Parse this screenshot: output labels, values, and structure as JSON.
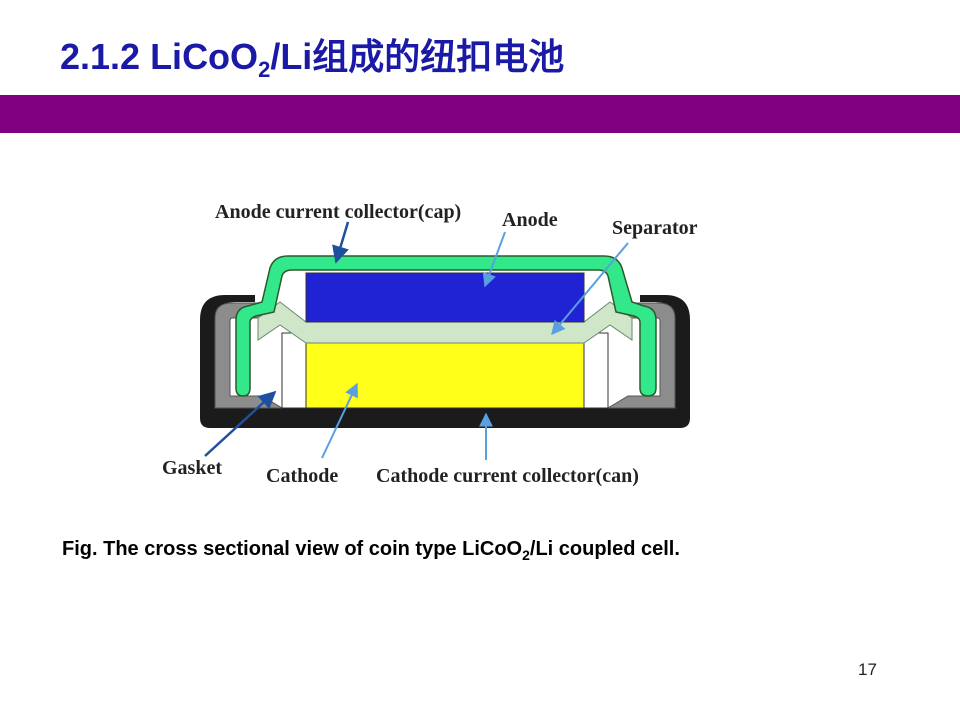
{
  "slide": {
    "title": {
      "main": "2.1.2  LiCoO",
      "sub": "2",
      "rest": "/Li组成的纽扣电池"
    },
    "page_number": "17"
  },
  "diagram": {
    "labels": {
      "anode_collector": "Anode current collector(cap)",
      "anode": "Anode",
      "separator": "Separator",
      "gasket": "Gasket",
      "cathode": "Cathode",
      "cathode_collector": "Cathode current collector(can)"
    },
    "colors": {
      "can": "#1b1b1b",
      "gasket": "#8c8c8c",
      "cap": "#33e88a",
      "anode": "#1f23d4",
      "separator": "#cfe6c9",
      "cathode": "#ffff1a",
      "arrow": "#5a9fe0",
      "arrow_dark": "#1f4f9f",
      "band": "#800080",
      "title": "#1a1aa6"
    }
  },
  "caption": {
    "prefix": "Fig.  The cross sectional view of coin type LiCoO",
    "sub": "2",
    "suffix": "/Li coupled cell."
  }
}
